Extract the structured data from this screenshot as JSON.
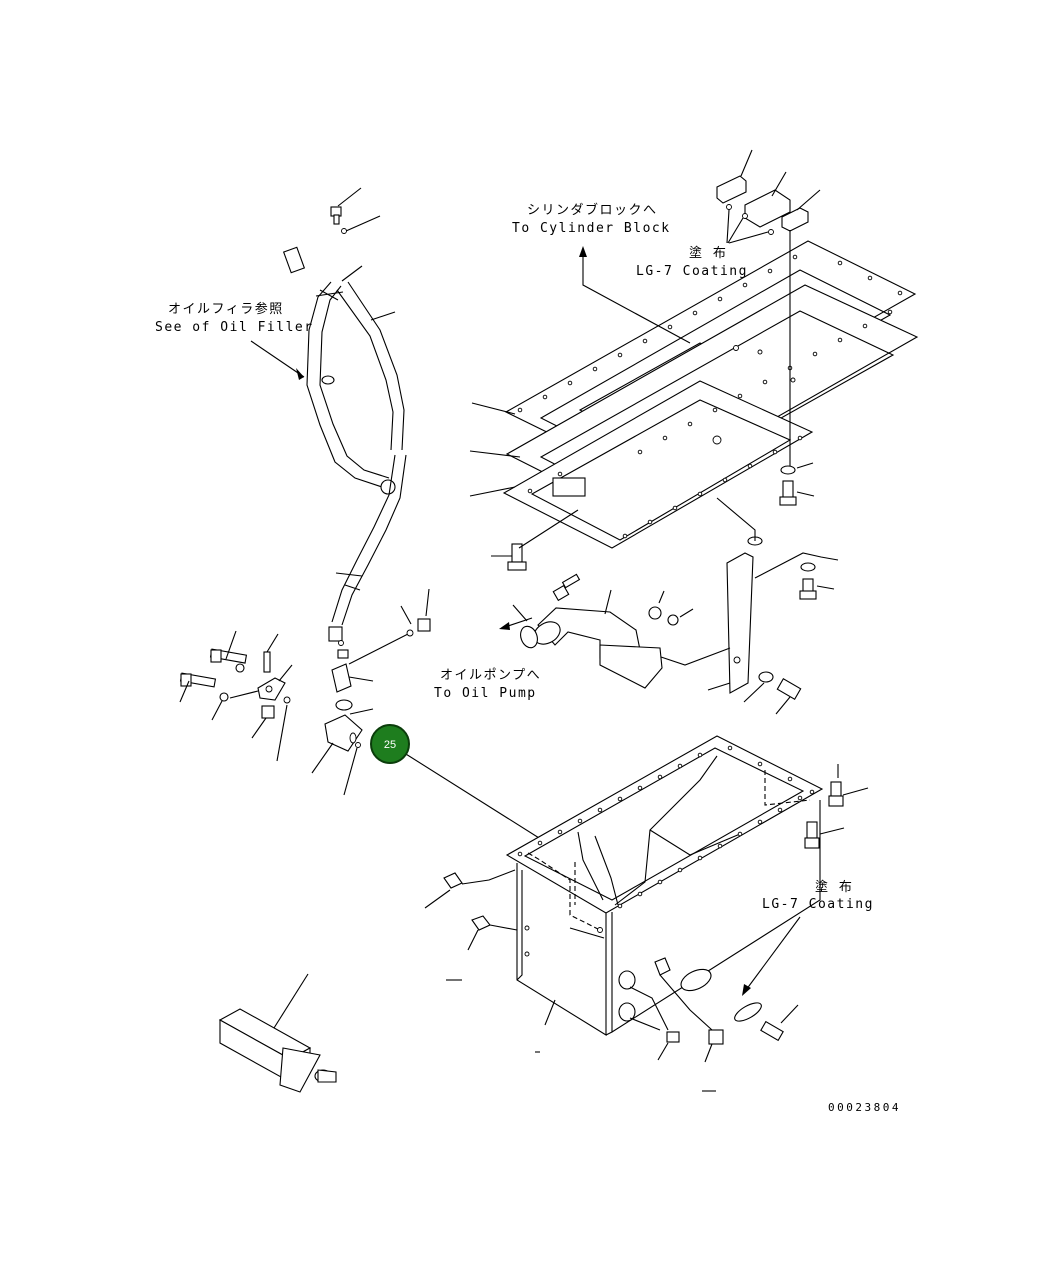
{
  "labels": {
    "cylinder_block_jp": "シリンダブロックへ",
    "cylinder_block_en": "To Cylinder Block",
    "coating_top_jp": "塗 布",
    "coating_top_en": "LG-7 Coating",
    "oil_filler_jp": "オイルフィラ参照",
    "oil_filler_en": "See of Oil Filler",
    "oil_pump_jp": "オイルポンプへ",
    "oil_pump_en": "To Oil Pump",
    "coating_bottom_jp": "塗 布",
    "coating_bottom_en": "LG-7 Coating"
  },
  "callout": {
    "number": "25",
    "color": "#1e7d1e",
    "border": "#0b3d0b"
  },
  "drawing_number": "00023804"
}
